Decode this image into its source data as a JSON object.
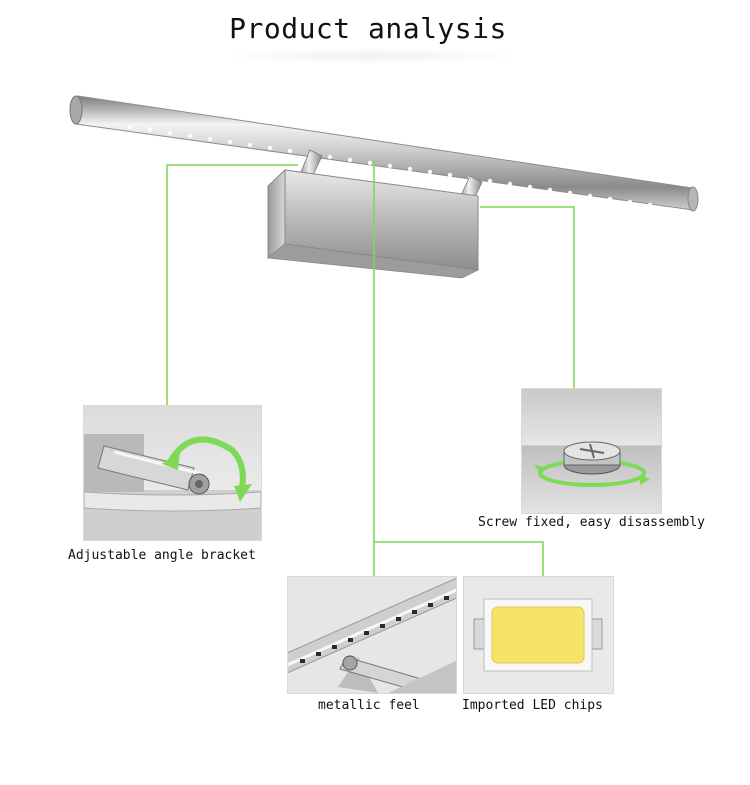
{
  "title": "Product analysis",
  "accent_color": "#7ed957",
  "callouts": {
    "bracket": "Adjustable angle bracket",
    "screw": "Screw fixed, easy disassembly",
    "metal": "metallic feel",
    "led": "Imported LED chips"
  },
  "icons": [
    "rotate-arrow-icon",
    "screw-icon",
    "led-chip-icon"
  ]
}
